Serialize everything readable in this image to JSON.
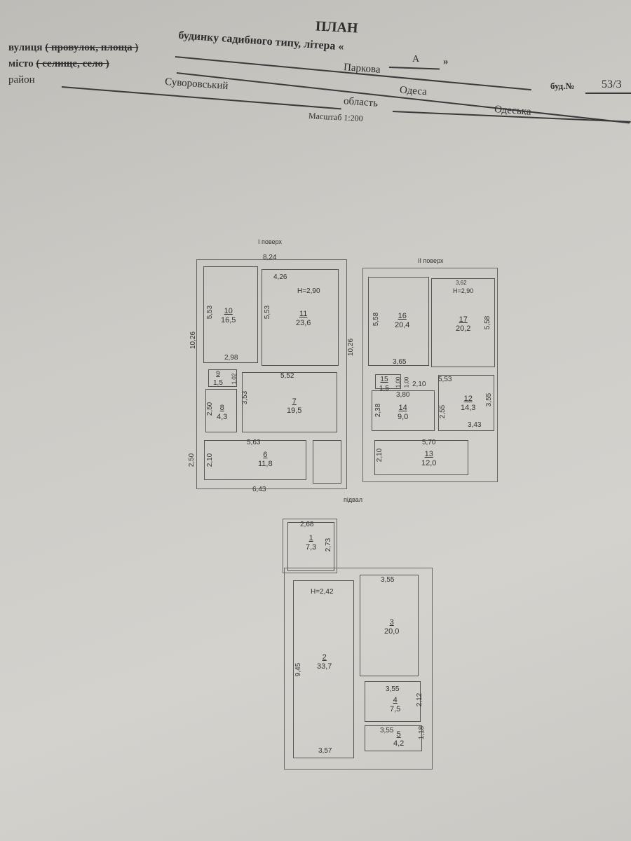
{
  "header": {
    "title": "ПЛАН",
    "subtitle": "будинку садибного типу, літера «",
    "litera": "А",
    "litera_close": "»",
    "street_label": "вулиця",
    "street_struck": "( провулок, площа )",
    "city_label": "місто",
    "city_struck": "( селище, село )",
    "district_label": "район",
    "street_value": "Паркова",
    "building_label": "буд.№",
    "building_value": "53/3",
    "city_value": "Одеса",
    "district_value": "Суворовський",
    "region_label": "область",
    "region_value": "Одеська",
    "scale": "Масштаб 1:200"
  },
  "floor1": {
    "title": "I поверх",
    "height": "Н=2,90",
    "dims": [
      "8,24",
      "4,26",
      "5,53",
      "5,53",
      "10,26",
      "10,26",
      "2,98",
      "5,52",
      "1,02",
      "3,53",
      "2,50",
      "5,63",
      "2,10",
      "2,50",
      "6,43"
    ],
    "rooms": [
      {
        "num": "10",
        "area": "16,5"
      },
      {
        "num": "11",
        "area": "23,6"
      },
      {
        "num": "9",
        "area": "1,5"
      },
      {
        "num": "8",
        "area": "4,3"
      },
      {
        "num": "7",
        "area": "19,5"
      },
      {
        "num": "6",
        "area": "11,8"
      }
    ]
  },
  "floor2": {
    "title": "II поверх",
    "height": "Н=2,90",
    "dims": [
      "3,62",
      "5,58",
      "5,58",
      "3,65",
      "5,53",
      "1,00",
      "1,00",
      "2,10",
      "3,80",
      "2,38",
      "2,55",
      "3,55",
      "3,43",
      "5,70",
      "2,10"
    ],
    "rooms": [
      {
        "num": "16",
        "area": "20,4"
      },
      {
        "num": "17",
        "area": "20,2"
      },
      {
        "num": "15",
        "area": "1,5"
      },
      {
        "num": "14",
        "area": "9,0"
      },
      {
        "num": "12",
        "area": "14,3"
      },
      {
        "num": "13",
        "area": "12,0"
      }
    ]
  },
  "basement": {
    "title": "підвал",
    "height": "Н=2,42",
    "dims": [
      "2,68",
      "2,73",
      "3,55",
      "9,45",
      "3,55",
      "2,12",
      "3,55",
      "1,18",
      "3,57"
    ],
    "rooms": [
      {
        "num": "1",
        "area": "7,3"
      },
      {
        "num": "2",
        "area": "33,7"
      },
      {
        "num": "3",
        "area": "20,0"
      },
      {
        "num": "4",
        "area": "7,5"
      },
      {
        "num": "5",
        "area": "4,2"
      }
    ]
  }
}
